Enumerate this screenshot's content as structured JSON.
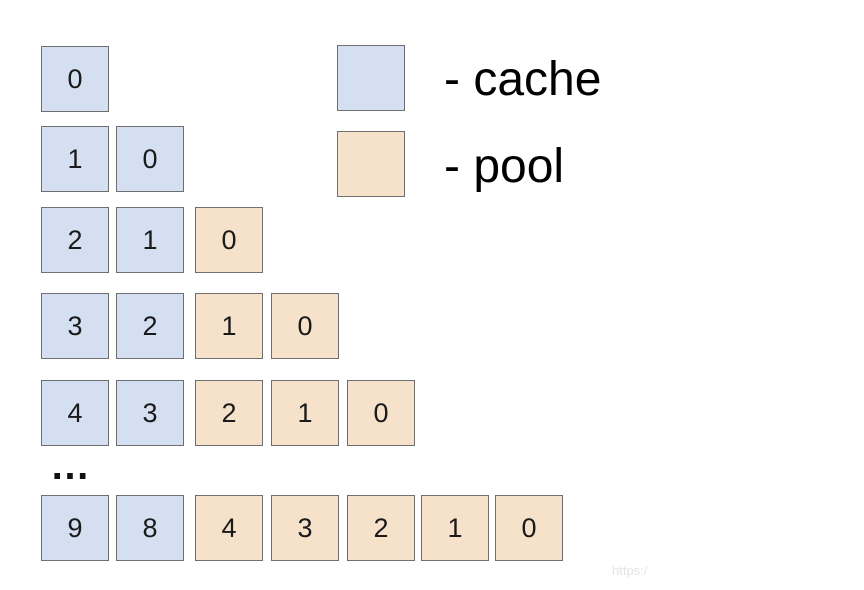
{
  "colors": {
    "cache": "#d4e0f2",
    "pool": "#f6e2cb",
    "border": "#6f6f6f"
  },
  "legend": [
    {
      "kind": "cache",
      "label": "- cache"
    },
    {
      "kind": "pool",
      "label": "- pool"
    }
  ],
  "rows": [
    [
      {
        "v": "0",
        "kind": "cache"
      }
    ],
    [
      {
        "v": "1",
        "kind": "cache"
      },
      {
        "v": "0",
        "kind": "cache"
      }
    ],
    [
      {
        "v": "2",
        "kind": "cache"
      },
      {
        "v": "1",
        "kind": "cache"
      },
      {
        "v": "0",
        "kind": "pool"
      }
    ],
    [
      {
        "v": "3",
        "kind": "cache"
      },
      {
        "v": "2",
        "kind": "cache"
      },
      {
        "v": "1",
        "kind": "pool"
      },
      {
        "v": "0",
        "kind": "pool"
      }
    ],
    [
      {
        "v": "4",
        "kind": "cache"
      },
      {
        "v": "3",
        "kind": "cache"
      },
      {
        "v": "2",
        "kind": "pool"
      },
      {
        "v": "1",
        "kind": "pool"
      },
      {
        "v": "0",
        "kind": "pool"
      }
    ],
    [
      {
        "v": "9",
        "kind": "cache"
      },
      {
        "v": "8",
        "kind": "cache"
      },
      {
        "v": "4",
        "kind": "pool"
      },
      {
        "v": "3",
        "kind": "pool"
      },
      {
        "v": "2",
        "kind": "pool"
      },
      {
        "v": "1",
        "kind": "pool"
      },
      {
        "v": "0",
        "kind": "pool"
      }
    ]
  ],
  "ellipsis": "…",
  "watermark": "https:/"
}
